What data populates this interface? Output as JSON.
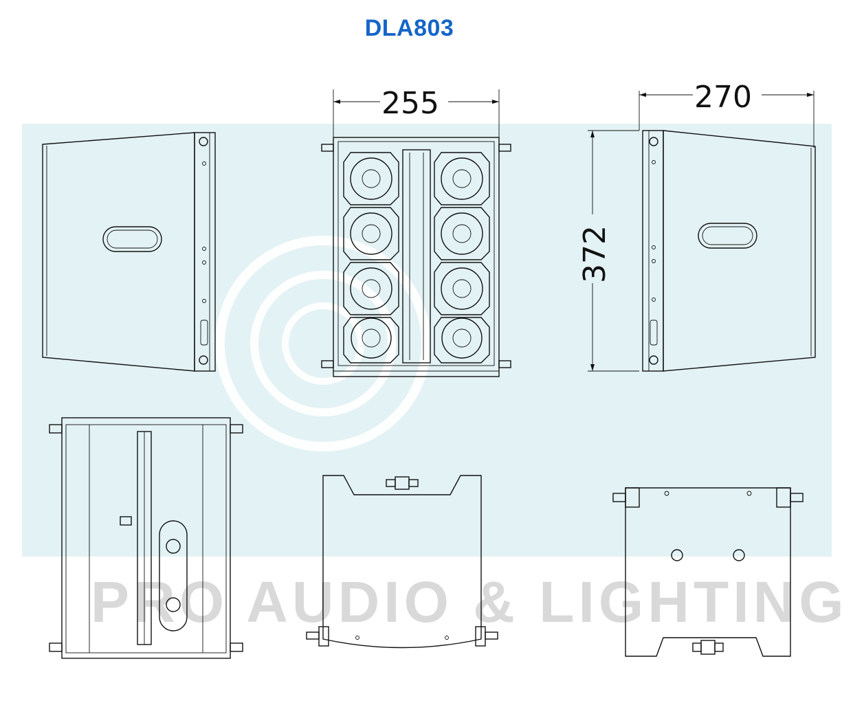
{
  "title": "DLA803",
  "dimensions": {
    "width": "255",
    "depth": "270",
    "height": "372"
  },
  "watermark": {
    "text": "PRO AUDIO & LIGHTING"
  },
  "colors": {
    "title": "#1565c8",
    "lines": "#111111",
    "watermark_band": "#e3f2f4",
    "watermark_text": "#d9d9d9"
  }
}
